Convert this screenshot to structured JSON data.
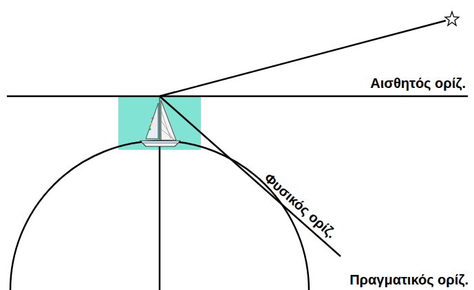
{
  "diagram": {
    "labels": [
      "Αισθητός ορίζ.",
      "Φυσικός ορίζ.",
      "Πραγματικός ορίζ."
    ]
  }
}
